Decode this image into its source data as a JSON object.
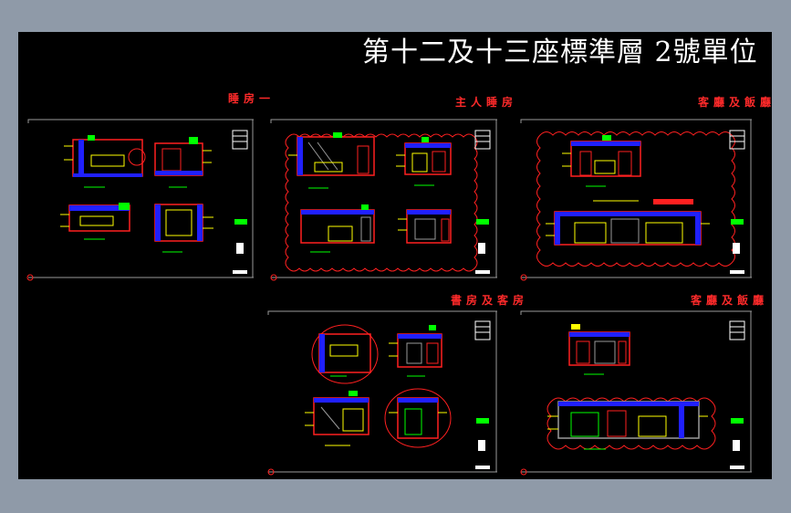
{
  "drawing": {
    "title": "第十二及十三座標準層 2號單位",
    "sheets": [
      {
        "id": "bedroom-1",
        "label": "睡房一"
      },
      {
        "id": "master-bedroom",
        "label": "主人睡房"
      },
      {
        "id": "living-dining-1",
        "label": "客廳及飯廳"
      },
      {
        "id": "study-guest",
        "label": "書房及客房"
      },
      {
        "id": "living-dining-2",
        "label": "客廳及飯廳"
      }
    ]
  },
  "colors": {
    "window_bg": "#8f9aa8",
    "canvas_bg": "#000000",
    "red": "#ff2020",
    "yellow": "#ffff00",
    "blue": "#2020ff",
    "green": "#00ff00",
    "white": "#ffffff",
    "grey": "#9a9a9a"
  }
}
